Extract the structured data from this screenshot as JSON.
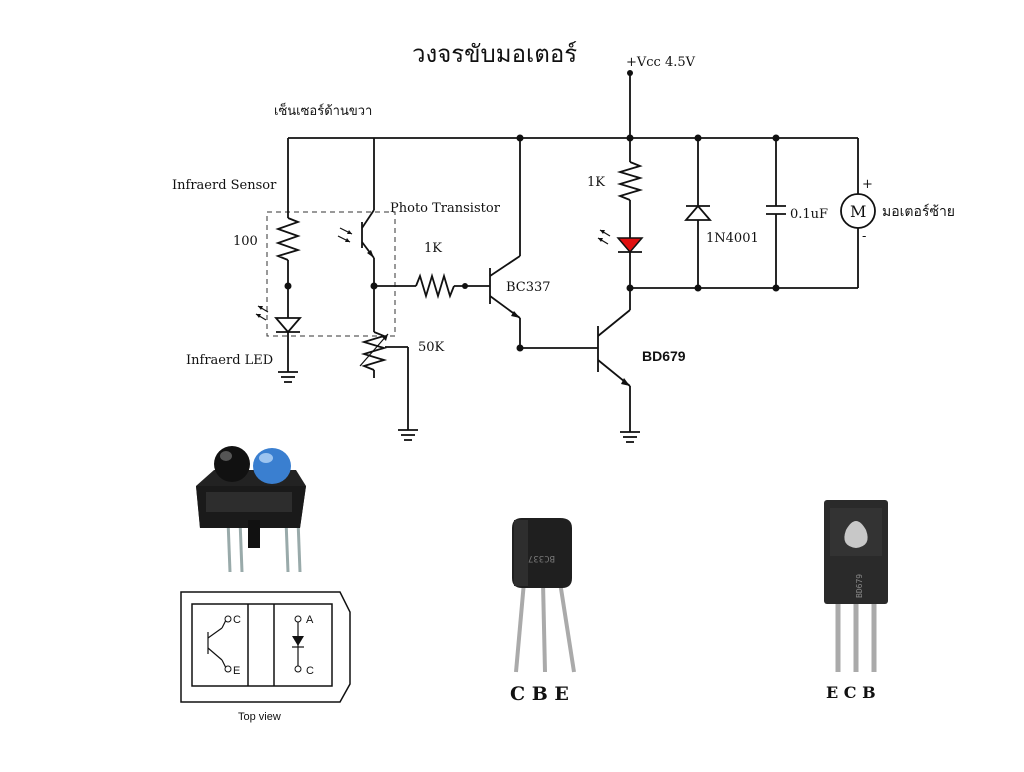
{
  "title": "วงจรขับมอเตอร์",
  "labels": {
    "vcc": "+Vcc 4.5V",
    "right_sensor": "เซ็นเซอร์ด้านขวา",
    "ir_sensor": "Infraerd  Sensor",
    "r100": "100",
    "ir_led": "Infraerd  LED",
    "photo_transistor": "Photo Transistor",
    "r1k_base": "1K",
    "bc337": "BC337",
    "pot50k": "50K",
    "r1k_led": "1K",
    "diode": "1N4001",
    "cap": "0.1uF",
    "motor_symbol": "M",
    "motor_plus": "+",
    "motor_minus": "-",
    "motor_left": "มอเตอร์ซ้าย",
    "bd679": "BD679"
  },
  "photos": {
    "top_view_caption": "Top view",
    "pinout_c": "C",
    "pinout_e": "E",
    "pinout_a": "A",
    "pinout_c2": "C",
    "bc337_pins": "C  B  E",
    "bd679_pins": "E  C  B",
    "bc337_marking": "BC337",
    "bd679_marking": "BD679"
  },
  "colors": {
    "led_red": "#e01010",
    "sensor_blue": "#3a7fd0",
    "package_black": "#1c1c1c"
  }
}
